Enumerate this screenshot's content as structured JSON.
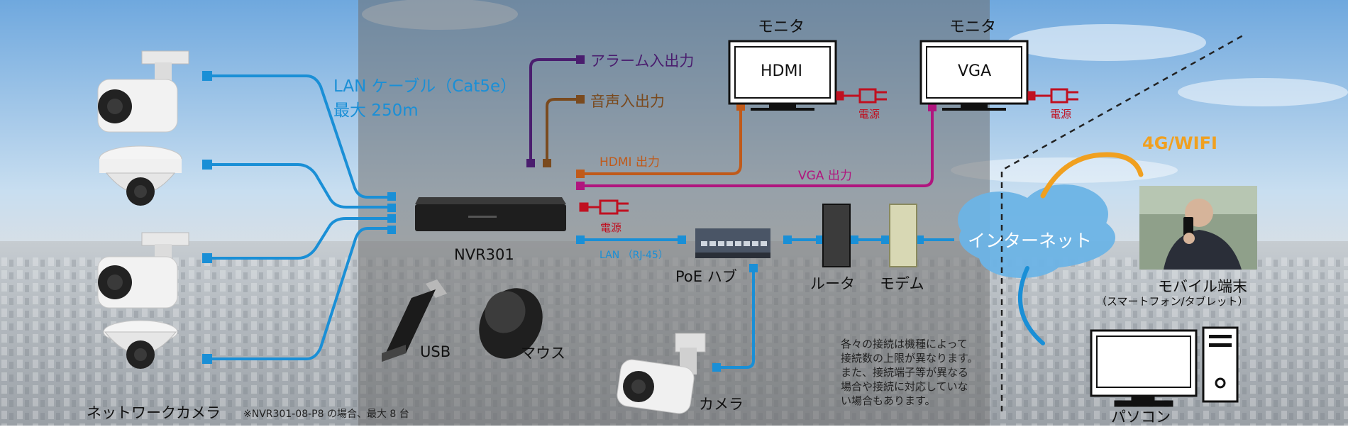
{
  "labels": {
    "lan_cable_line1": "LAN ケーブル（Cat5e）",
    "lan_cable_line2": "最大 250m",
    "alarm": "アラーム入出力",
    "audio": "音声入出力",
    "monitor1_title": "モニタ",
    "monitor1_screen": "HDMI",
    "monitor2_title": "モニタ",
    "monitor2_screen": "VGA",
    "power_monitor1": "電源",
    "power_monitor2": "電源",
    "hdmi_out": "HDMI 出力",
    "vga_out": "VGA 出力",
    "power_nvr": "電源",
    "lan_rj45": "LAN （RJ-45）",
    "nvr": "NVR301",
    "poe_hub": "PoE ハブ",
    "router": "ルータ",
    "modem": "モデム",
    "internet": "インターネット",
    "wireless": "4G/WIFI",
    "mobile": "モバイル端末",
    "mobile_sub": "（スマートフォン/タブレット）",
    "pc": "パソコン",
    "usb": "USB",
    "mouse": "マウス",
    "camera": "カメラ",
    "network_camera": "ネットワークカメラ",
    "camera_note": "※NVR301-08-P8 の場合、最大 8 台",
    "connection_note": "各々の接続は機種によって\n接続数の上限が異なります。\nまた、接続端子等が異なる\n場合や接続に対応していな\nい場合もあります。"
  },
  "colors": {
    "lan": "#1a8fd6",
    "alarm": "#4a1d6e",
    "audio": "#7a4a1e",
    "hdmi": "#c05a1a",
    "vga": "#b0157e",
    "power": "#c01020",
    "wireless": "#f0a020",
    "sky_top": "#8fbfe8",
    "panel": "#8a8a8a"
  }
}
